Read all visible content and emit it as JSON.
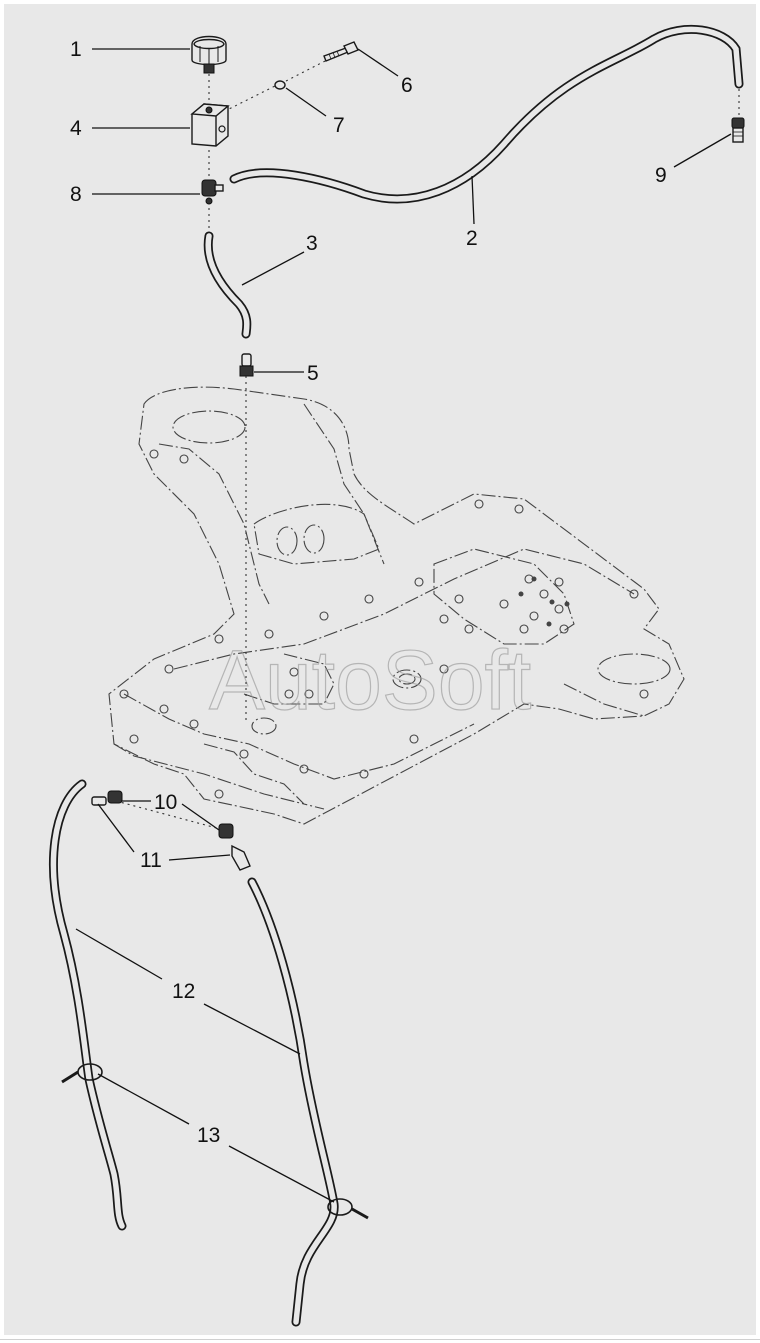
{
  "watermark": "AutoSoft",
  "callouts": [
    {
      "id": "1",
      "text": "1"
    },
    {
      "id": "2",
      "text": "2"
    },
    {
      "id": "3",
      "text": "3"
    },
    {
      "id": "4",
      "text": "4"
    },
    {
      "id": "5",
      "text": "5"
    },
    {
      "id": "6",
      "text": "6"
    },
    {
      "id": "7",
      "text": "7"
    },
    {
      "id": "8",
      "text": "8"
    },
    {
      "id": "9",
      "text": "9"
    },
    {
      "id": "10",
      "text": "10"
    },
    {
      "id": "11",
      "text": "11"
    },
    {
      "id": "12",
      "text": "12"
    },
    {
      "id": "13",
      "text": "13"
    }
  ],
  "colors": {
    "background": "#e8e8e8",
    "line": "#1a1a1a"
  }
}
